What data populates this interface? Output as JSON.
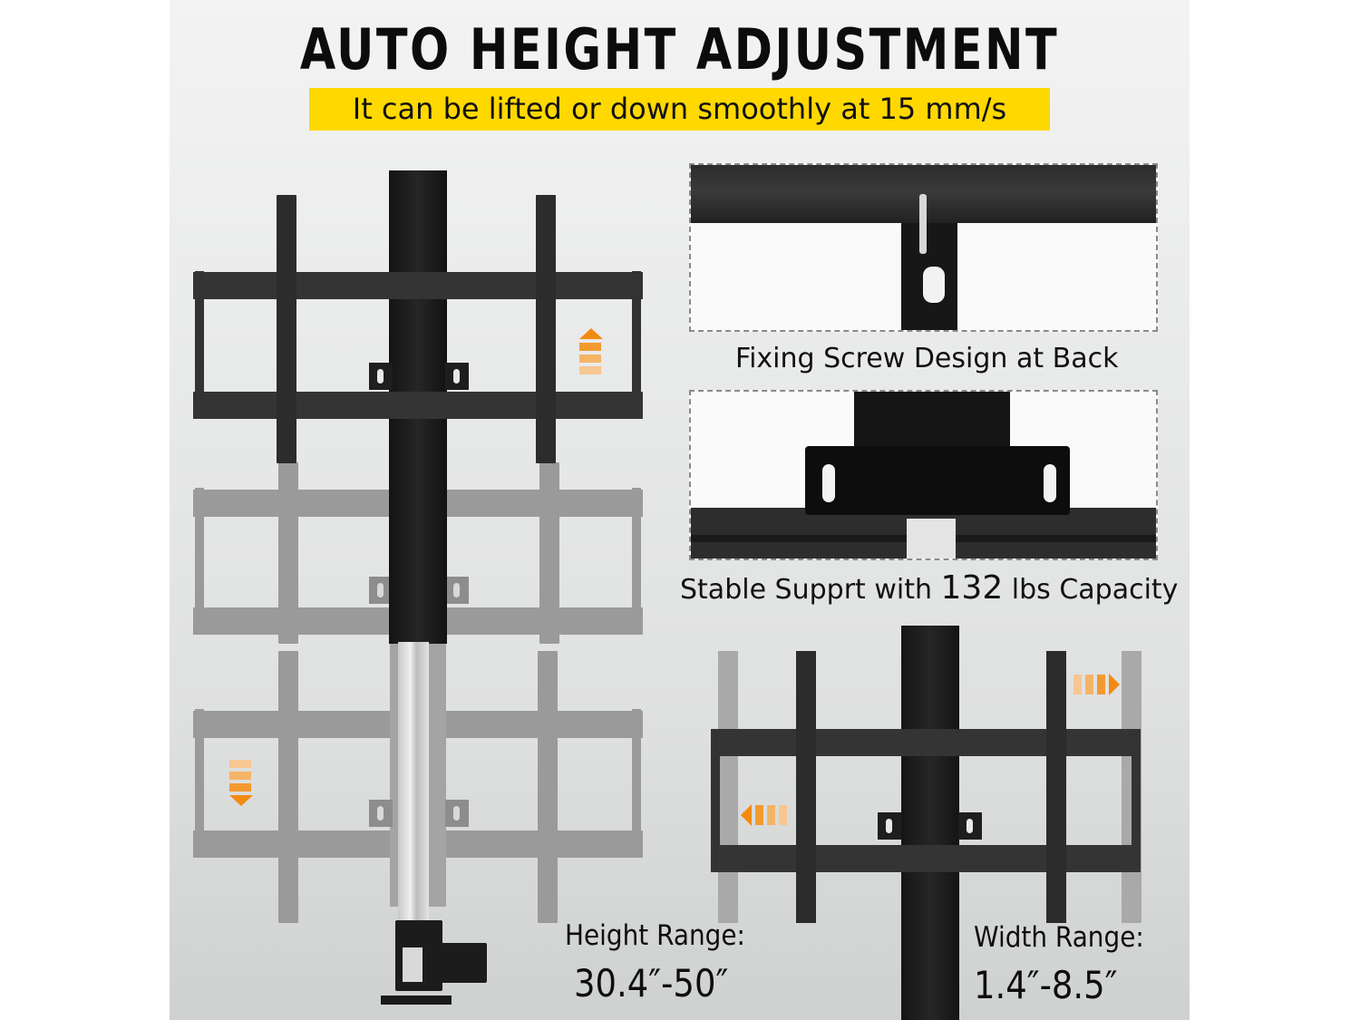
{
  "header": {
    "title": "AUTO HEIGHT ADJUSTMENT",
    "subtitle": "It can be lifted or down smoothly at 15 mm/s",
    "subtitle_bg": "#FFD800"
  },
  "insets": [
    {
      "id": "fixing-screw",
      "caption": "Fixing Screw Design at Back"
    },
    {
      "id": "stable-support",
      "caption_prefix": "Stable Supprt with ",
      "caption_number": "132",
      "caption_suffix": " lbs Capacity"
    }
  ],
  "specs": {
    "height": {
      "label": "Height Range:",
      "value": "30.4″-50″"
    },
    "width": {
      "label": "Width Range:",
      "value": "1.4″-8.5″"
    }
  },
  "icons": {
    "up_arrow": "arrow-up-icon",
    "down_arrow": "arrow-down-icon",
    "left_arrow": "arrow-left-icon",
    "right_arrow": "arrow-right-icon"
  },
  "colors": {
    "accent_orange": "#f28a12",
    "mount_black": "#2c2c2c",
    "ghost_gray": "#9a9a9a"
  }
}
